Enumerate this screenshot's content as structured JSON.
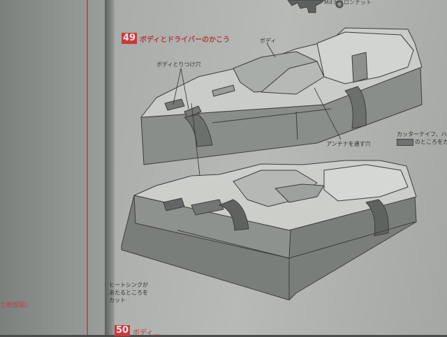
{
  "step": {
    "number": "49",
    "title": "ボディとドライバーのかこう"
  },
  "next_step": {
    "number": "50",
    "title": "ボディ..."
  },
  "top_clip": "M4ナイロンナット",
  "left_page_caption": "立断面図〉",
  "labels": {
    "body": "ボディ",
    "body_mount_holes": "ボディとりつけ穴",
    "antenna_hole": "アンテナを通す穴",
    "heatsink_cut": [
      "ヒートシンクが",
      "あたるところを",
      "カット"
    ]
  },
  "legend": {
    "line1": "カッターナイフ、ハ",
    "line2": "のところをカ"
  },
  "colors": {
    "accent_red": "#c93a3f",
    "paper": "#b7bab6",
    "cut_area_gray": "#6f7371"
  },
  "icons": [
    "step-number-badge",
    "nut-icon",
    "gear-icon"
  ]
}
